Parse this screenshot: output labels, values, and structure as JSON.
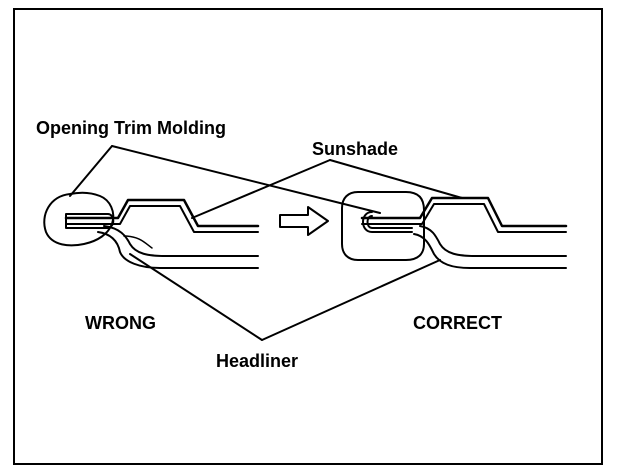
{
  "labels": {
    "trim_molding": "Opening Trim Molding",
    "sunshade": "Sunshade",
    "headliner": "Headliner",
    "wrong": "WRONG",
    "correct": "CORRECT"
  },
  "colors": {
    "ink": "#000000",
    "paper": "#ffffff"
  },
  "icons": [
    "arrow-right-icon"
  ]
}
